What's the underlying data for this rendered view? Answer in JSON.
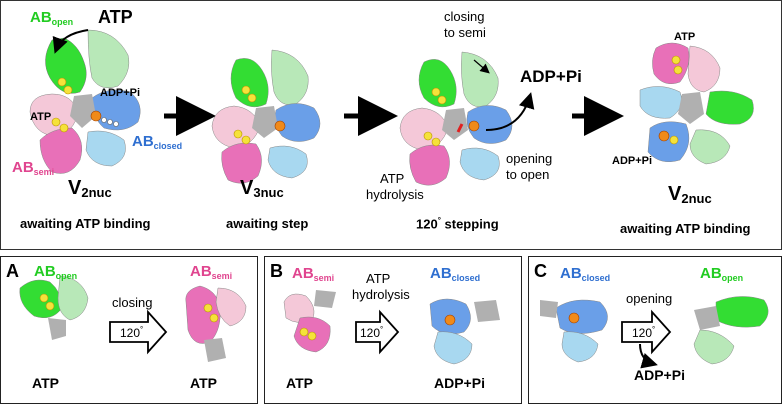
{
  "colors": {
    "open": "#22cc22",
    "semi": "#e0458f",
    "closed": "#2f6fd0",
    "green_light": "#b8e8b8",
    "green_dark": "#33dd33",
    "pink_light": "#f4c8d8",
    "pink_dark": "#e870b8",
    "blue_light": "#a8d8f0",
    "blue_dark": "#6a9fe8",
    "gray": "#b0b0b0",
    "ligand_yellow": "#f5e23a",
    "ligand_orange": "#f08a1a"
  },
  "top": {
    "stage1": {
      "ab_open_main": "AB",
      "ab_open_sub": "open",
      "atp": "ATP",
      "adp_pi": "ADP+Pi",
      "atp_label": "ATP",
      "ab_closed_main": "AB",
      "ab_closed_sub": "closed",
      "ab_semi_main": "AB",
      "ab_semi_sub": "semi",
      "state_main": "V",
      "state_sub": "2nuc",
      "caption": "awaiting ATP binding"
    },
    "stage2": {
      "state_main": "V",
      "state_sub": "3nuc",
      "caption": "awaiting step"
    },
    "stage3": {
      "closing": "closing",
      "to_semi": "to semi",
      "adp_pi": "ADP+Pi",
      "opening": "opening",
      "to_open": "to open",
      "atp": "ATP",
      "hydrolysis": "hydrolysis",
      "caption_num": "120",
      "caption_deg": "°",
      "caption_rest": " stepping"
    },
    "stage4": {
      "atp": "ATP",
      "adp_pi": "ADP+Pi",
      "state_main": "V",
      "state_sub": "2nuc",
      "caption": "awaiting ATP binding"
    }
  },
  "panels": {
    "A": {
      "letter": "A",
      "ab_main": "AB",
      "ab_sub": "open",
      "action": "closing",
      "step": "120",
      "deg": "°",
      "ab2_main": "AB",
      "ab2_sub": "semi",
      "left_label": "ATP",
      "right_label": "ATP"
    },
    "B": {
      "letter": "B",
      "ab_main": "AB",
      "ab_sub": "semi",
      "action1": "ATP",
      "action2": "hydrolysis",
      "step": "120",
      "deg": "°",
      "ab2_main": "AB",
      "ab2_sub": "closed",
      "left_label": "ATP",
      "right_label": "ADP+Pi"
    },
    "C": {
      "letter": "C",
      "ab_main": "AB",
      "ab_sub": "closed",
      "action": "opening",
      "step": "120",
      "deg": "°",
      "ab2_main": "AB",
      "ab2_sub": "open",
      "release": "ADP+Pi"
    }
  }
}
